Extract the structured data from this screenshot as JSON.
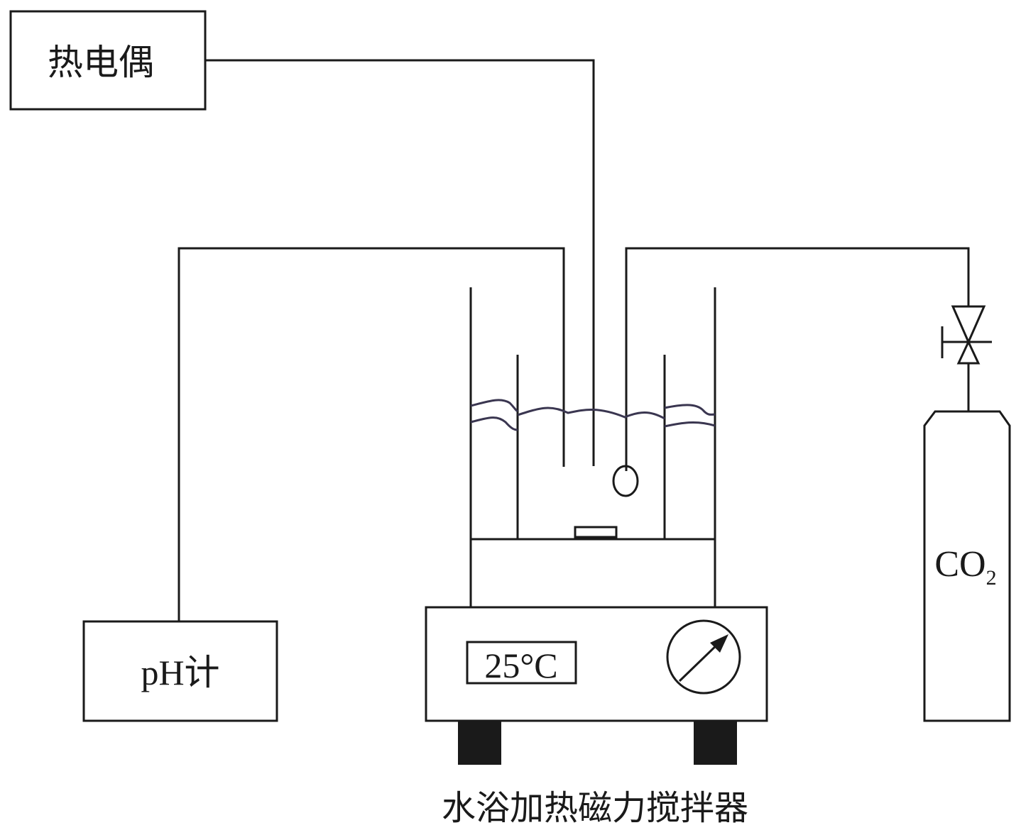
{
  "diagram": {
    "title": "CO2 absorption experimental setup",
    "thermocouple_label": "热电偶",
    "ph_meter_label": "pH计",
    "display_value": "25°C",
    "stirrer_label": "水浴加热磁力搅拌器",
    "gas_label_main": "CO",
    "gas_label_sub": "2",
    "colors": {
      "stroke": "#1a1a1a",
      "water": "#3a3650",
      "background": "#ffffff"
    }
  }
}
